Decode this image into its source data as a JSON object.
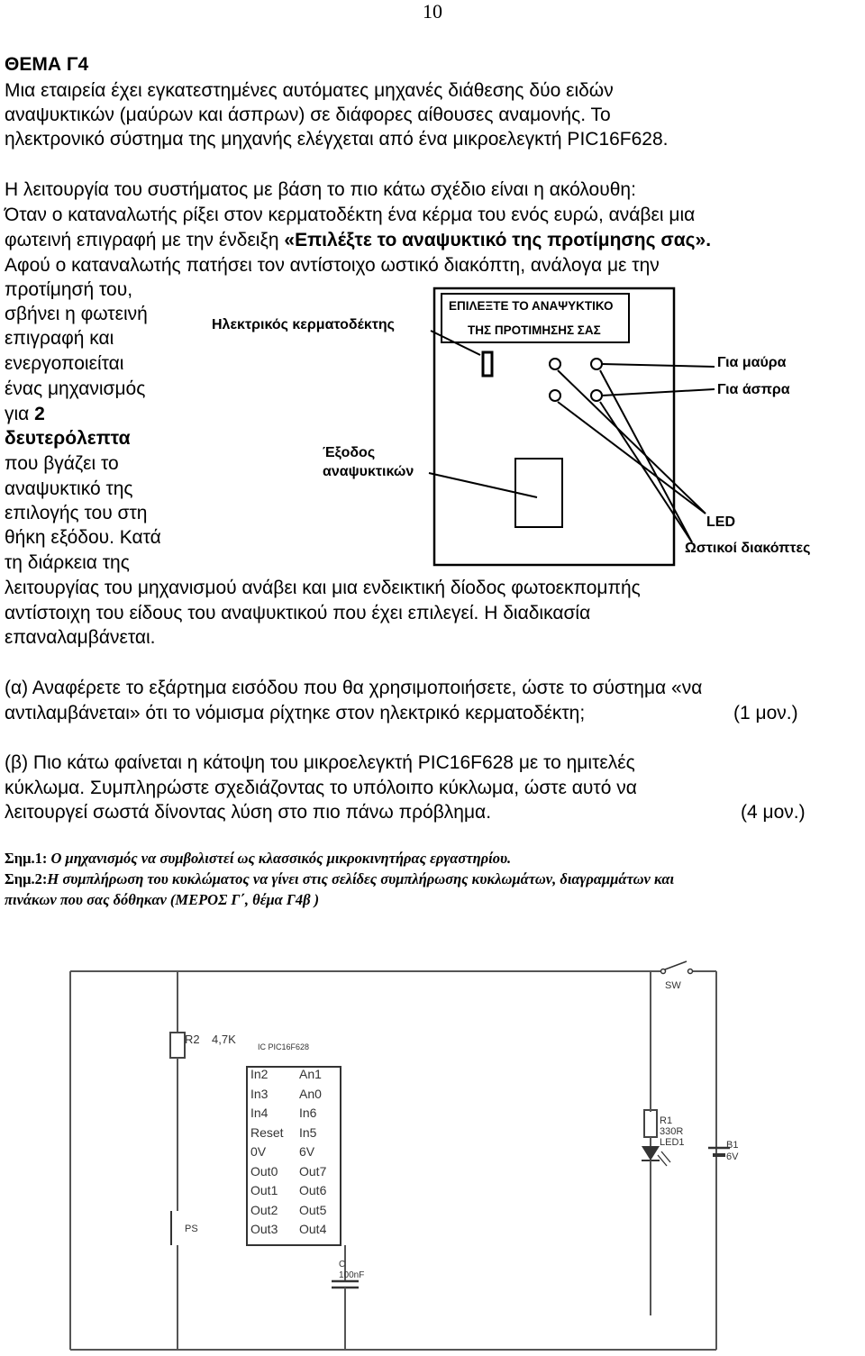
{
  "page_number": "10",
  "heading": "ΘΕΜΑ  Γ4",
  "intro_lines": [
    "Μια   εταιρεία   έχει  εγκατεστημένες  αυτόματες  μηχανές  διάθεσης  δύο  ειδών",
    "αναψυκτικών  (μαύρων  και  άσπρων)  σε  διάφορες  αίθουσες  αναμονής.      Το",
    "ηλεκτρονικό σύστημα της μηχανής ελέγχεται από ένα μικροελεγκτή PIC16F628."
  ],
  "function_lines": {
    "l1": "Η λειτουργία του συστήματος με βάση το πιο κάτω σχέδιο είναι η ακόλουθη:",
    "l2": "Όταν ο  καταναλωτής ρίξει στον κερματοδέκτη ένα κέρμα του ενός ευρώ, ανάβει μια",
    "l3a": "φωτεινή επιγραφή με την ένδειξη ",
    "l3b": "«Επιλέξτε το αναψυκτικό της προτίμησης σας».",
    "l4": "Αφού ο καταναλωτής πατήσει τον αντίστοιχο ωστικό διακόπτη, ανάλογα με την",
    "l5": "προτίμησή του,",
    "l6": "σβήνει η φωτεινή",
    "l7": "επιγραφή και",
    "l8": "ενεργοποιείται",
    "l9": "ένας  μηχανισμός",
    "l10a": "για ",
    "l10b": "2",
    "l11": "δευτερόλεπτα",
    "l12": "που βγάζει το",
    "l13": "αναψυκτικό της",
    "l14": "επιλογής του στη",
    "l15": "θήκη εξόδου. Κατά",
    "l16": "τη διάρκεια της",
    "l17": "λειτουργίας του μηχανισμού ανάβει και μια ενδεικτική δίοδος φωτοεκπομπής",
    "l18": "αντίστοιχη του είδους του αναψυκτικού που έχει επιλεγεί. Η διαδικασία",
    "l19": "επαναλαμβάνεται."
  },
  "machine_figure": {
    "panel_line1": "ΕΠΙΛΕΞΤΕ ΤΟ ΑΝΑΨΥΚΤΙΚΟ",
    "panel_line2": "ΤΗΣ ΠΡΟΤΙΜΗΣΗΣ ΣΑΣ",
    "coin_slot_label": "Ηλεκτρικός κερματοδέκτης",
    "black_label": "Για μαύρα",
    "white_label": "Για άσπρα",
    "outlet_label_1": "Έξοδος",
    "outlet_label_2": "αναψυκτικών",
    "led_label": "LED",
    "switches_label": "Ωστικοί διακόπτες"
  },
  "question_a": {
    "l1": "(α) Αναφέρετε το εξάρτημα εισόδου που θα χρησιμοποιήσετε, ώστε το σύστημα «να",
    "l2": "αντιλαμβάνεται» ότι το νόμισμα ρίχτηκε στον ηλεκτρικό κερματοδέκτη;",
    "marks": "(1 μον.)"
  },
  "question_b": {
    "l1": "(β) Πιο κάτω φαίνεται η κάτοψη του μικροελεγκτή PIC16F628 με το ημιτελές",
    "l2": "κύκλωμα. Συμπληρώστε σχεδιάζοντας το υπόλοιπο κύκλωμα, ώστε αυτό να",
    "l3": "λειτουργεί σωστά δίνοντας λύση στο πιο πάνω πρόβλημα.",
    "marks": "(4 μον.)"
  },
  "notes": {
    "n1_prefix": "Σημ.1:",
    "n1_text": " Ο μηχανισμός να συμβολιστεί ως κλασσικός  μικροκινητήρας εργαστηρίου.",
    "n2_prefix": "Σημ.2:",
    "n2_text": "Η συμπλήρωση του κυκλώματος να γίνει στις σελίδες συμπλήρωσης κυκλωμάτων, διαγραμμάτων και",
    "n2_line2": "πινάκων που σας δόθηκαν (ΜΕΡΟΣ Γ΄, θέμα Γ4β )"
  },
  "circuit": {
    "ic_label": "IC PIC16F628",
    "pins_left": [
      "In2",
      "In3",
      "In4",
      "Reset",
      "0V",
      "Out0",
      "Out1",
      "Out2",
      "Out3"
    ],
    "pins_right": [
      "An1",
      "An0",
      "In6",
      "In5",
      "6V",
      "Out7",
      "Out6",
      "Out5",
      "Out4"
    ],
    "r2_name": "R2",
    "r2_value": "4,7K",
    "r1_name": "R1",
    "r1_value": "330R",
    "led_name": "LED1",
    "battery_name": "B1",
    "battery_value": "6V",
    "switch_name": "SW",
    "ps_name": "PS",
    "cap_name": "C",
    "cap_value": "100nF"
  }
}
